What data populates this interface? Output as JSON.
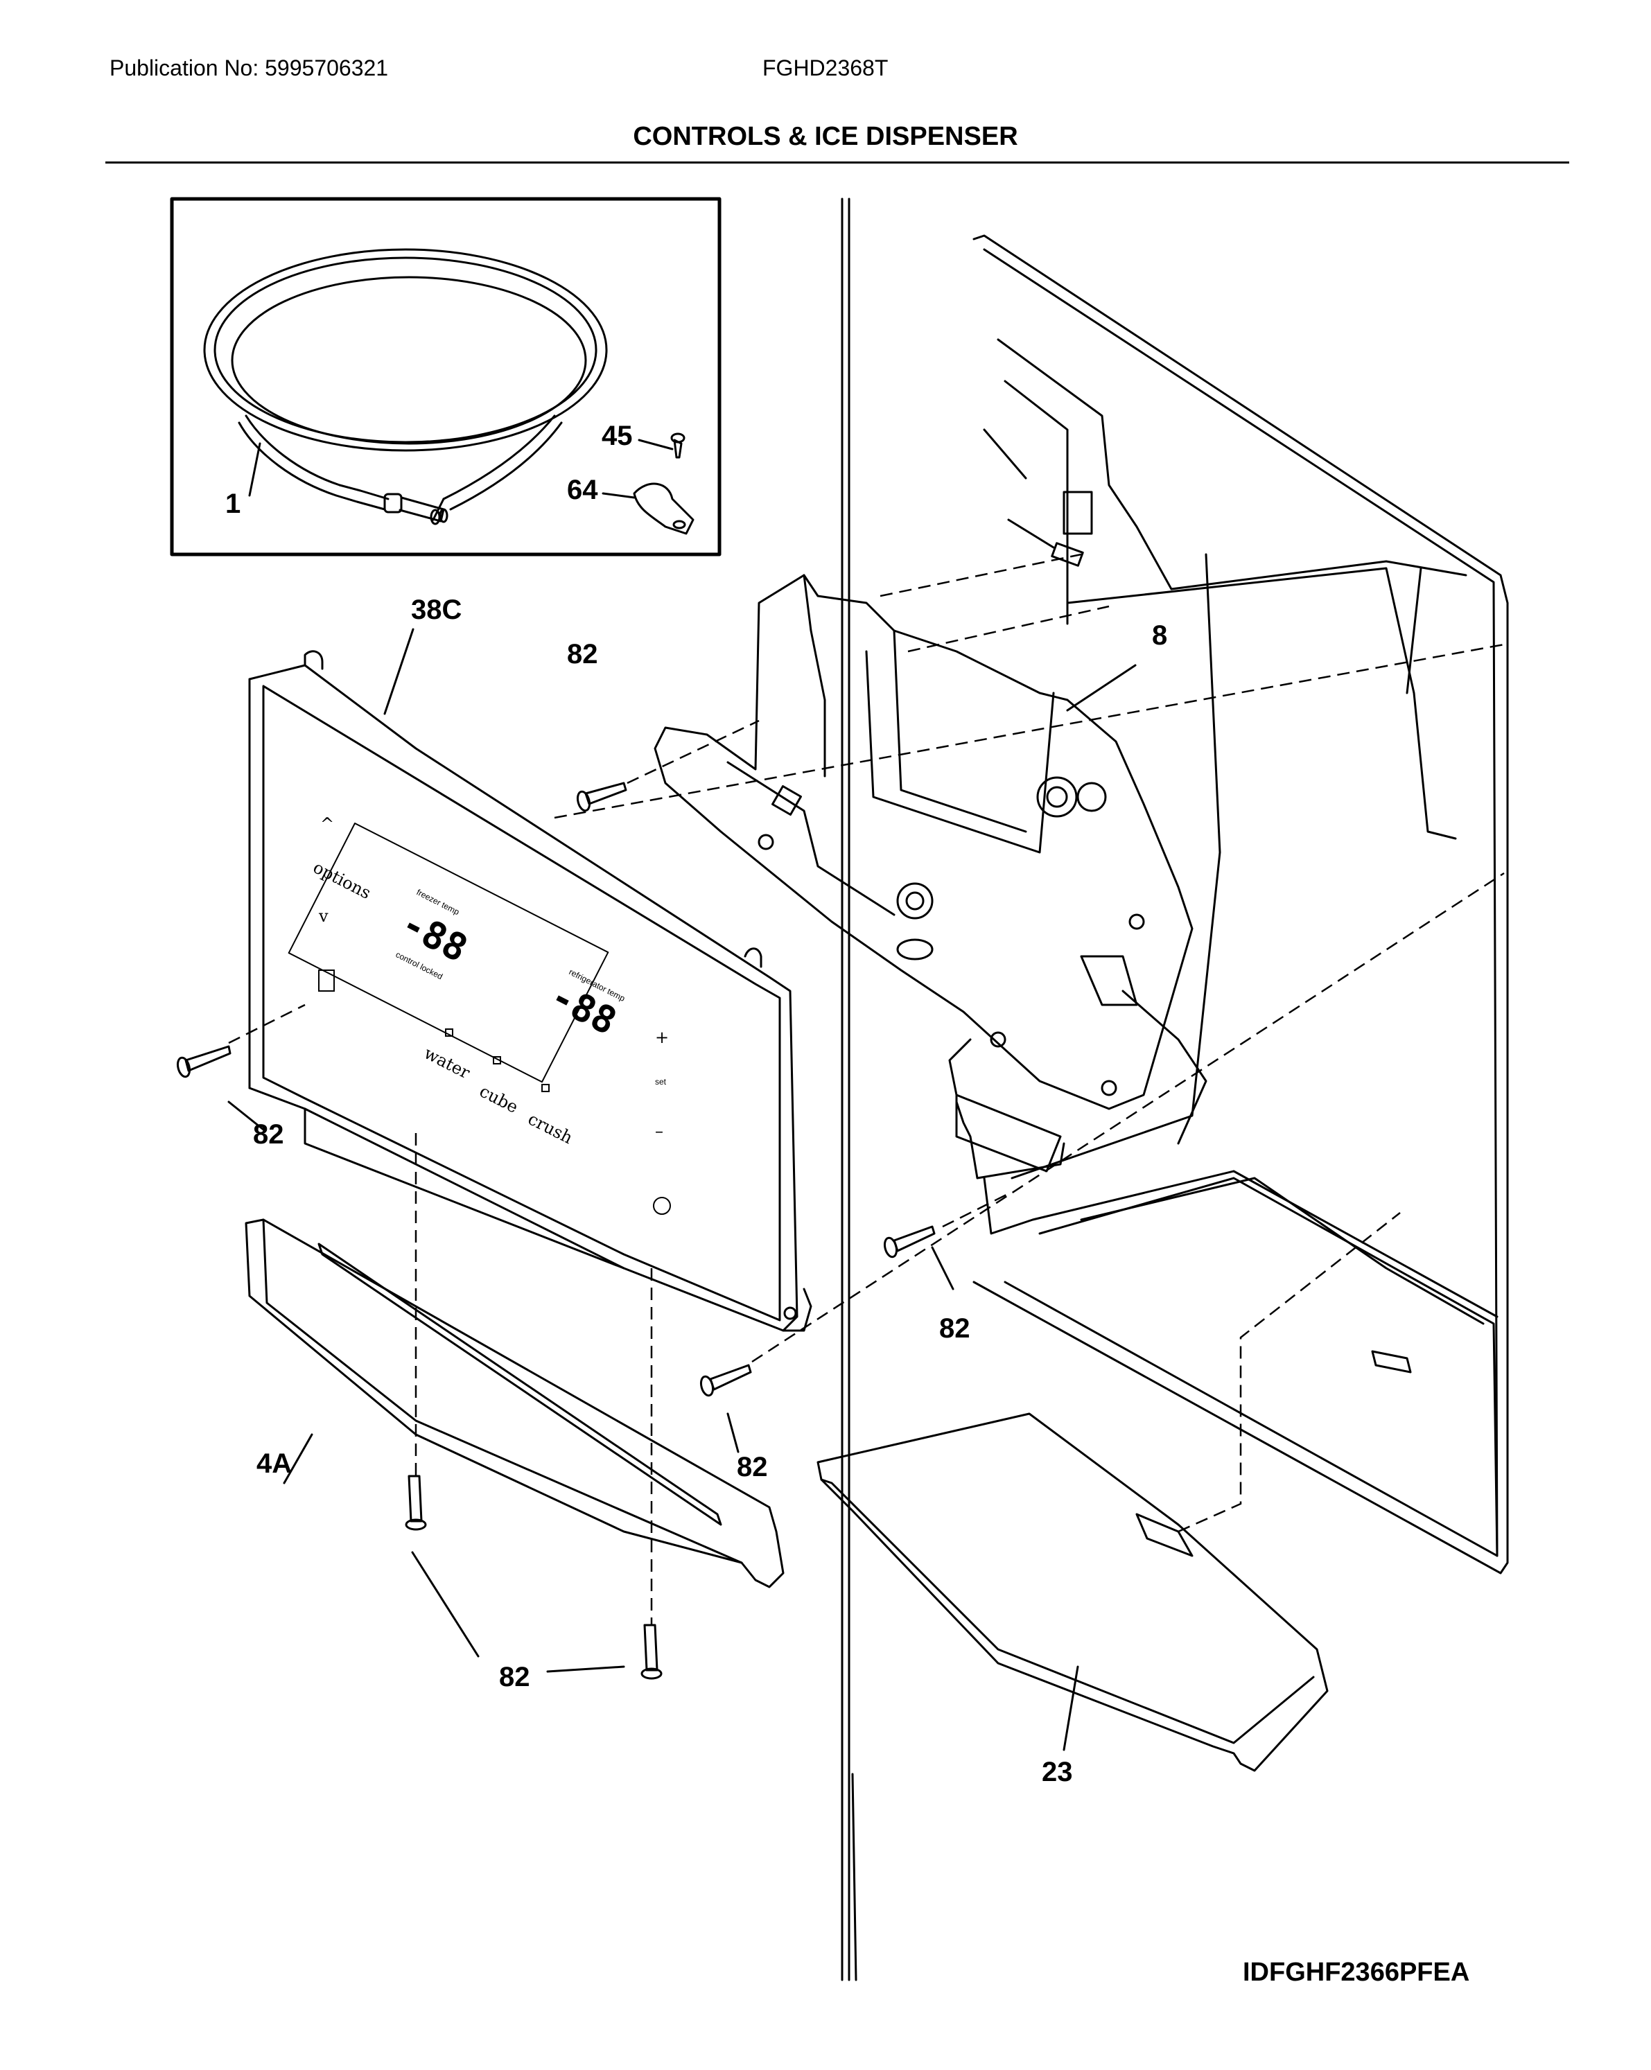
{
  "header": {
    "publication": "Publication No: 5995706321",
    "model": "FGHD2368T",
    "title": "CONTROLS & ICE DISPENSER"
  },
  "callouts": {
    "c1": "1",
    "c45": "45",
    "c64": "64",
    "c38c": "38C",
    "c8": "8",
    "c82a": "82",
    "c82b": "82",
    "c82c": "82",
    "c82d": "82",
    "c82e": "82",
    "c4a": "4A",
    "c23": "23"
  },
  "panel": {
    "options": "options",
    "display_left": "-88",
    "display_right": "-88",
    "water": "water",
    "cube": "cube",
    "crush": "crush",
    "set": "set",
    "freezer_temp": "freezer temp",
    "refrigerator_temp": "refrigerator temp",
    "control_locked": "control locked"
  },
  "figure_id": "IDFGHF2366PFEA"
}
